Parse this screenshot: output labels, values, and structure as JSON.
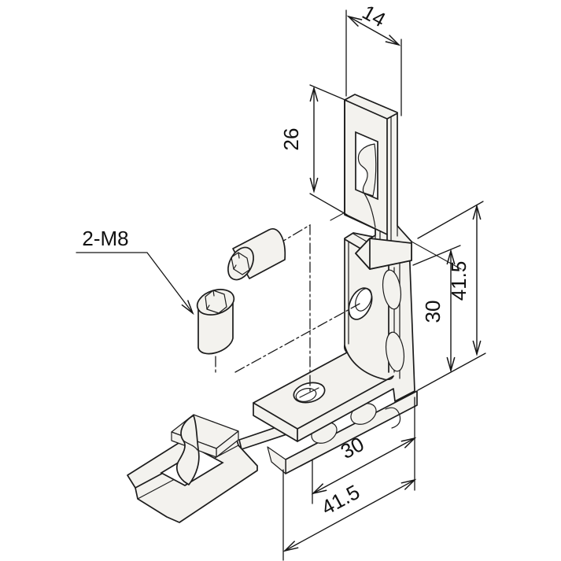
{
  "drawing": {
    "description": "Isometric technical drawing of a corner bracket assembly with two slot nuts, slot stopper and two socket set screws",
    "background": "#ffffff",
    "line_color": "#1c1c1c",
    "face_color": "#f3f2ee",
    "labels": {
      "top_width": "14",
      "upper_nut_height": "26",
      "screw_spec": "2-M8",
      "right_inner": "30",
      "right_overall": "41.5",
      "bottom_inner": "30",
      "bottom_overall": "41.5"
    }
  }
}
